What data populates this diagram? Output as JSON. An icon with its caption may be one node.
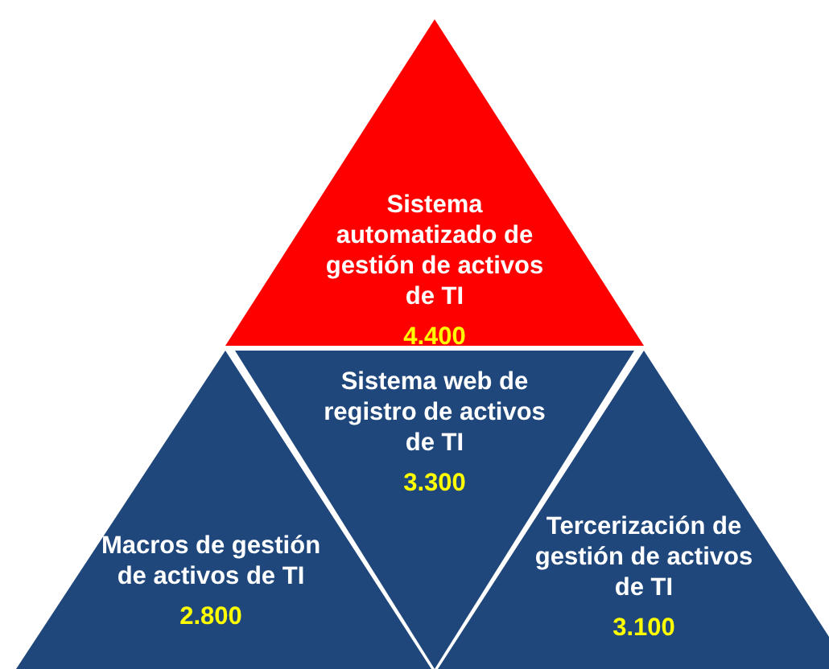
{
  "diagram": {
    "nodes": [
      {
        "text": [
          "Sistema automatizado de gestión de activos de TI",
          "4.400"
        ]
      },
      {
        "text": [
          "Sistema web de registro de activos de TI",
          "3.300"
        ]
      },
      {
        "text": [
          "Macros de gestión de activos de TI",
          "2.800"
        ]
      },
      {
        "text": [
          "Tercerización de gestión de activos de TI",
          "3.100"
        ]
      }
    ]
  }
}
